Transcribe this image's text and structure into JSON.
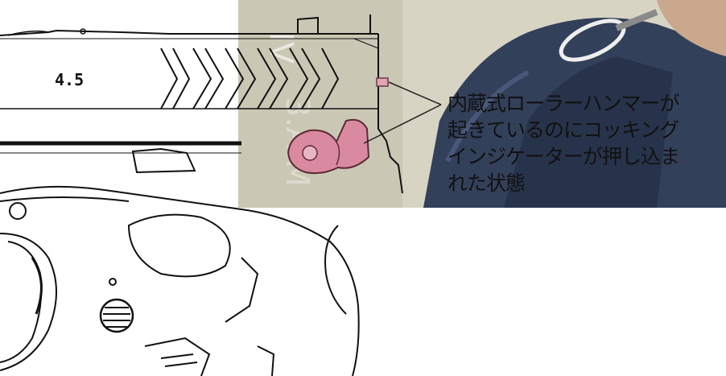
{
  "model_mark": "4.5",
  "callout": {
    "lines": [
      "内蔵式ローラーハンマーが",
      "起きているのにコッキング",
      "インジケーターが押し込ま",
      "れた状態"
    ]
  },
  "colors": {
    "photo_overlay": "#c9c5b2",
    "photo_dark": "#2e3a4e",
    "hammer_highlight": "#d98aa0",
    "line_art": "#111111",
    "leader_line": "#222222"
  }
}
